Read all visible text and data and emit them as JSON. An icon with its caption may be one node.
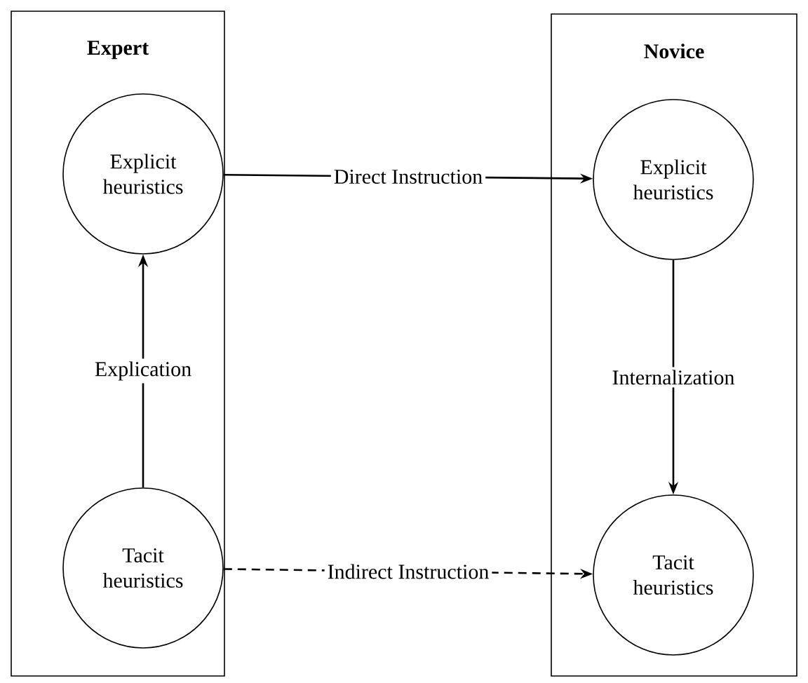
{
  "diagram": {
    "nodes": [
      {
        "text": [
          "Expert"
        ]
      },
      {
        "text": [
          "Explicit heuristics"
        ],
        "in": 0
      },
      {
        "text": [
          "Tacit heuristics"
        ],
        "in": 0
      },
      {
        "text": [
          "Novice"
        ]
      },
      {
        "text": [
          "Explicit heuristics"
        ],
        "in": 3
      },
      {
        "text": [
          "Tacit heuristics"
        ],
        "in": 3
      }
    ],
    "edges": [
      {
        "from": 1,
        "to": 4,
        "arrow": "to",
        "label": "Direct Instruction"
      },
      {
        "from": 2,
        "to": 1,
        "arrow": "to",
        "label": "Explication"
      },
      {
        "from": 4,
        "to": 5,
        "arrow": "to",
        "label": "Internalization"
      },
      {
        "from": 2,
        "to": 5,
        "arrow": "to",
        "label": "Indirect Instruction",
        "style": "dashed"
      }
    ]
  }
}
